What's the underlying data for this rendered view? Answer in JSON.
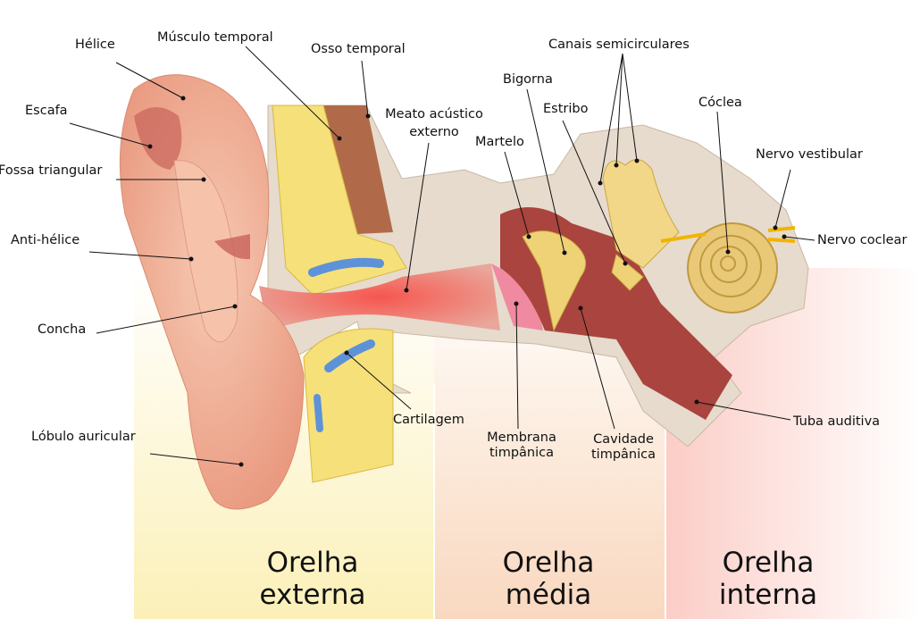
{
  "labels": {
    "helice": "Hélice",
    "musculo_temporal": "Músculo temporal",
    "osso_temporal": "Osso temporal",
    "meato_line1": "Meato acústico",
    "meato_line2": "externo",
    "canais": "Canais semicirculares",
    "bigorna": "Bigorna",
    "estribo": "Estribo",
    "coclea": "Cóclea",
    "martelo": "Martelo",
    "nervo_vestibular": "Nervo vestibular",
    "nervo_coclear": "Nervo coclear",
    "escafa": "Escafa",
    "fossa_triangular": "Fossa triangular",
    "anti_helice": "Anti-hélice",
    "concha": "Concha",
    "lobulo": "Lóbulo auricular",
    "cartilagem": "Cartilagem",
    "membrana_line1": "Membrana",
    "membrana_line2": "timpânica",
    "cavidade_line1": "Cavidade",
    "cavidade_line2": "timpânica",
    "tuba": "Tuba auditiva"
  },
  "regions": {
    "externa_line1": "Orelha",
    "externa_line2": "externa",
    "media_line1": "Orelha",
    "media_line2": "média",
    "interna_line1": "Orelha",
    "interna_line2": "interna"
  },
  "colors": {
    "outer_zone": "#fbf3c4",
    "middle_zone": "#fbe0cc",
    "inner_zone": "#fcd2cc",
    "skin": "#f2b49c",
    "bone": "#e8ddd0",
    "cartilage": "#f5e27a",
    "canal": "#b5574f"
  }
}
